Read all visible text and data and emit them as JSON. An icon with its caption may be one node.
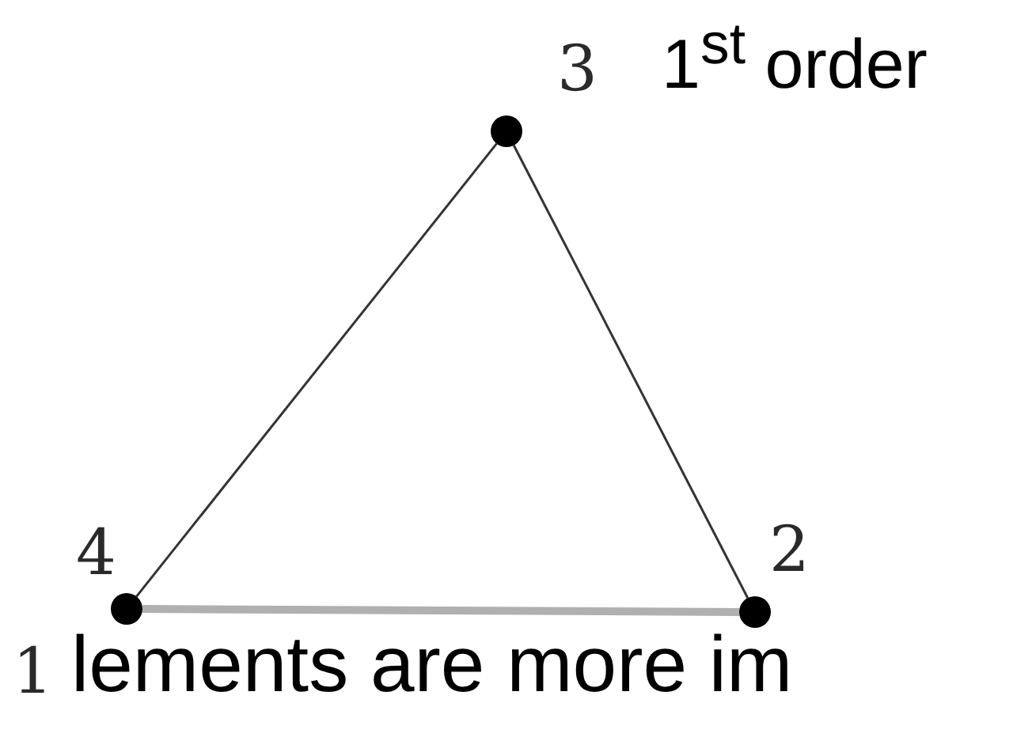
{
  "diagram": {
    "nodes": [
      {
        "text": [],
        "shape": "circle",
        "beside": [
          "3"
        ]
      },
      {
        "text": [],
        "shape": "circle",
        "beside": [
          "4",
          "1"
        ]
      },
      {
        "text": [],
        "shape": "circle",
        "beside": [
          "2"
        ]
      }
    ],
    "edges": [
      {
        "from": 0,
        "to": 1,
        "arrow": "none"
      },
      {
        "from": 0,
        "to": 2,
        "arrow": "none"
      },
      {
        "from": 1,
        "to": 2,
        "arrow": "none",
        "style": "thick",
        "color": "#b0b0b0"
      }
    ],
    "labels": [
      "1$^{st}$ order",
      "lements are more im"
    ]
  }
}
